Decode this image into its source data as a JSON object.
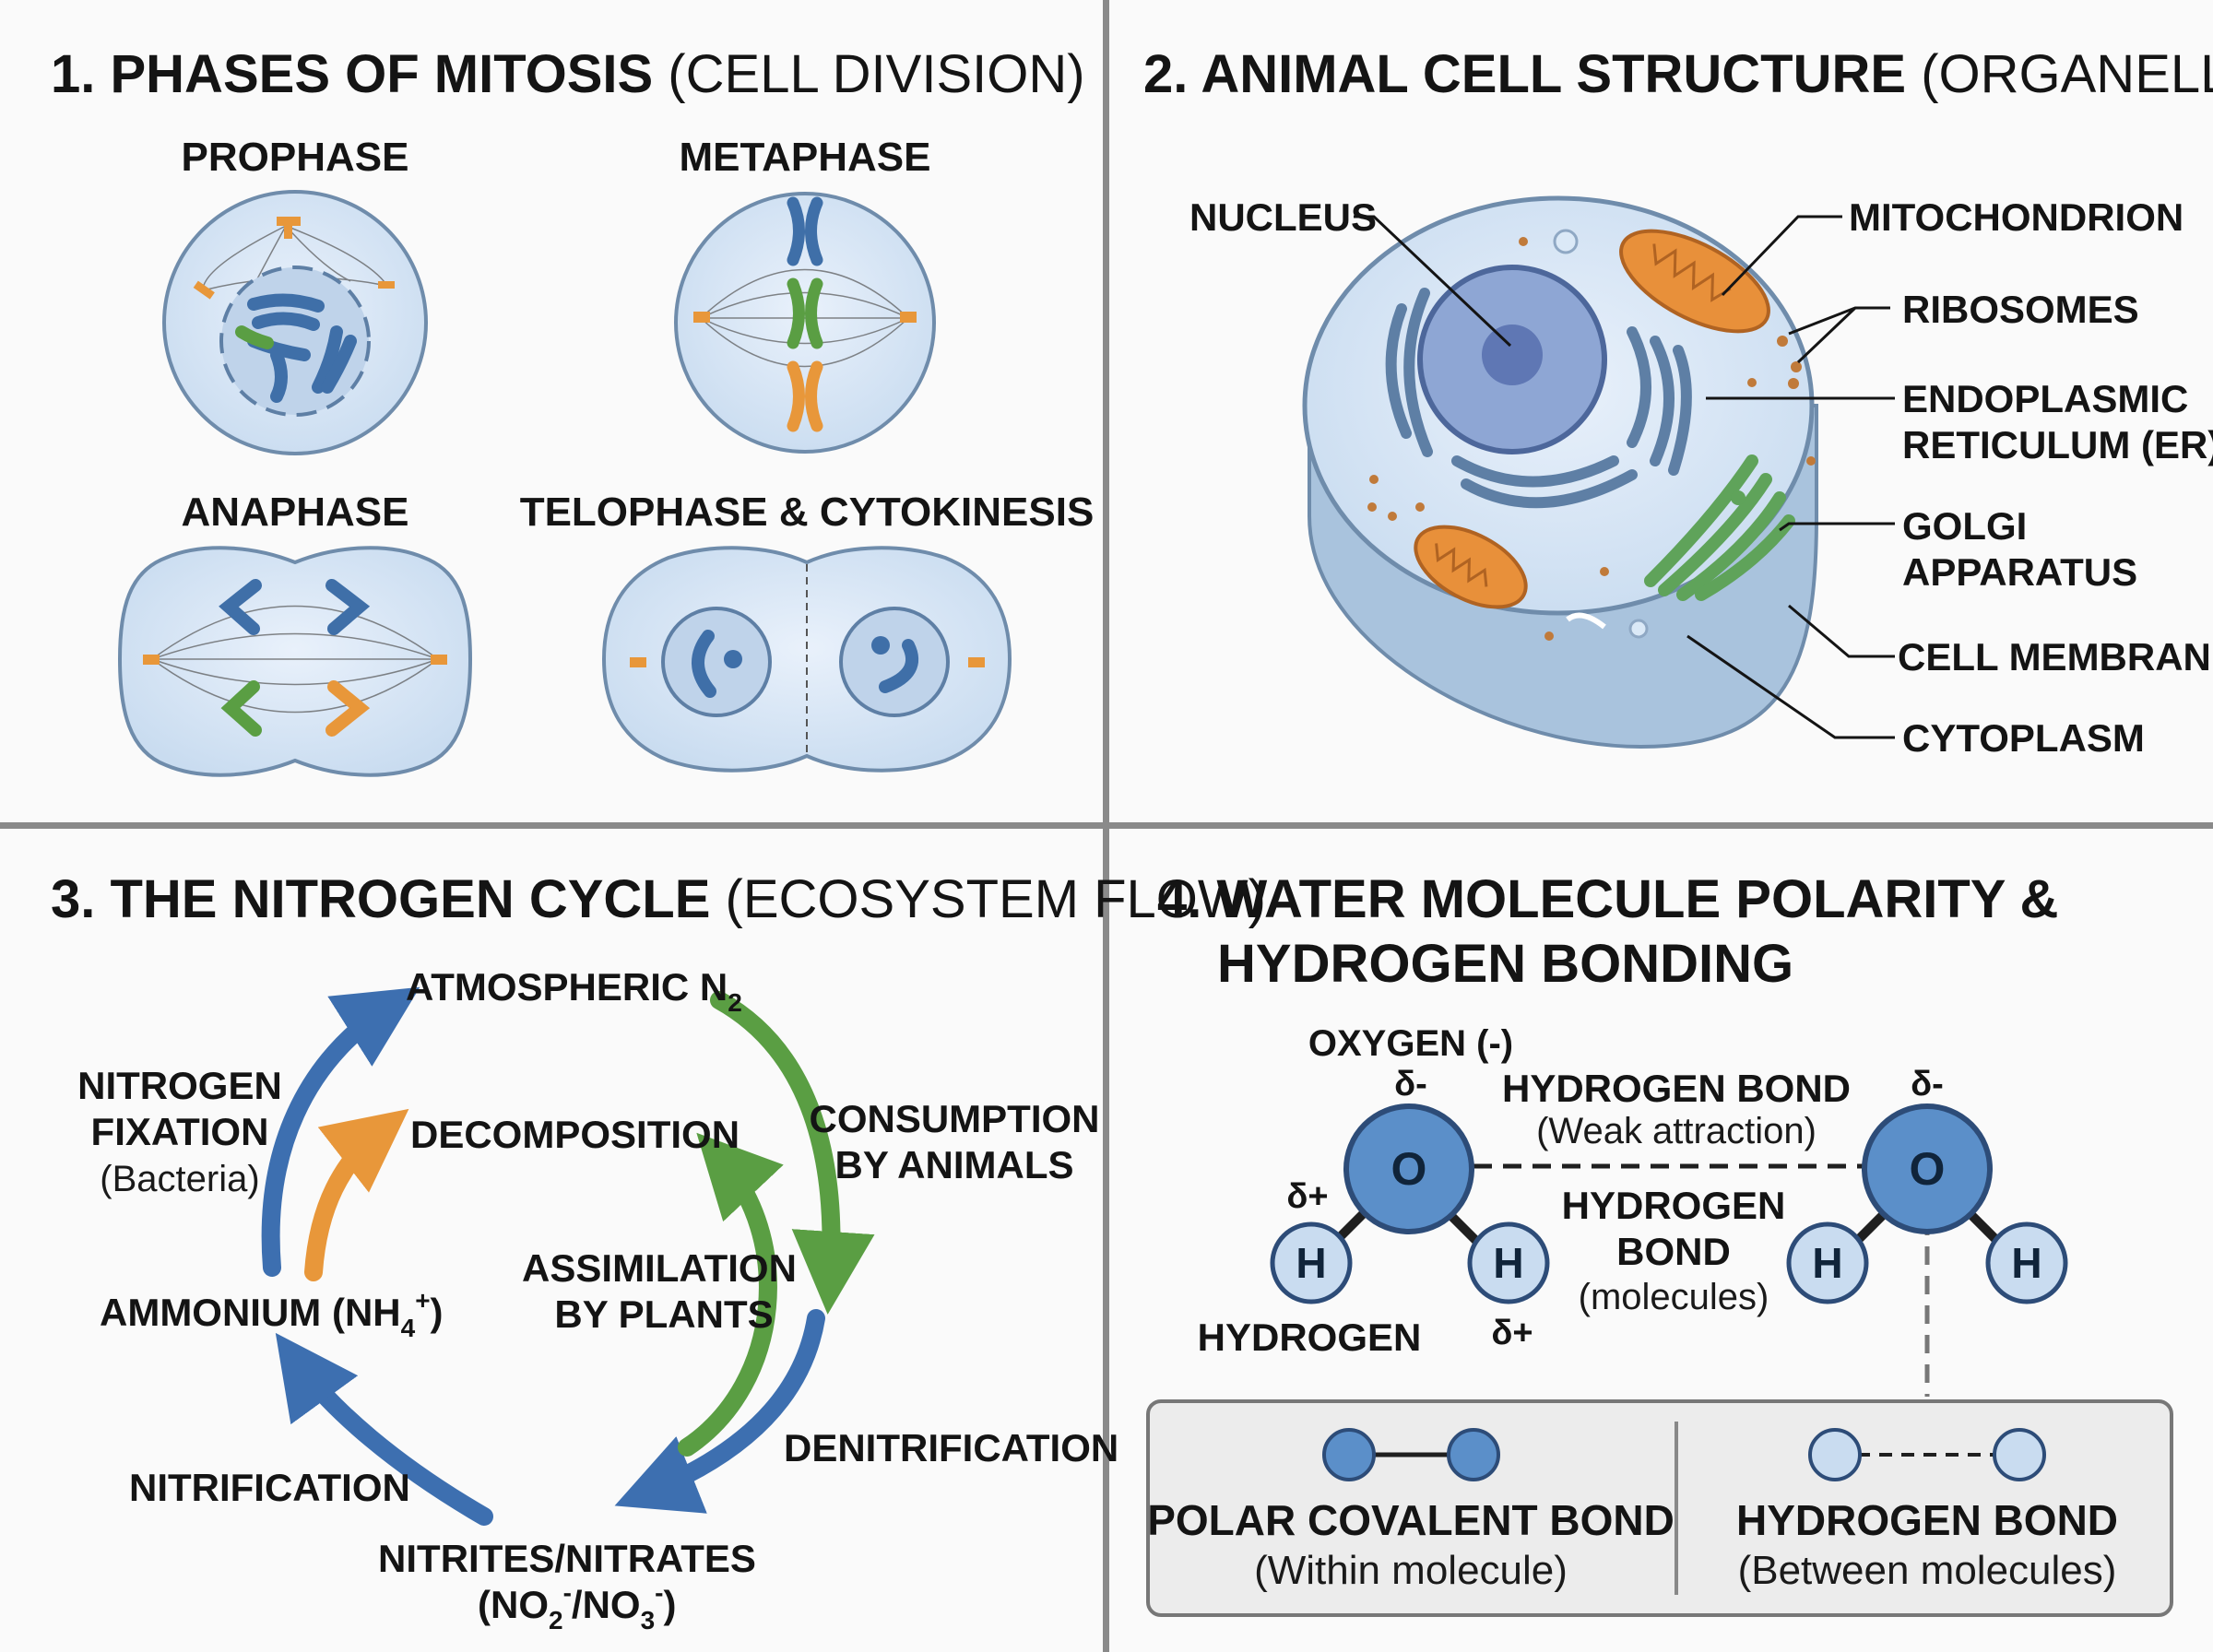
{
  "panel1": {
    "title_bold": "1. PHASES OF MITOSIS",
    "title_light": " (CELL DIVISION)",
    "labels": {
      "prophase": "PROPHASE",
      "metaphase": "METAPHASE",
      "anaphase": "ANAPHASE",
      "telophase": "TELOPHASE & CYTOKINESIS"
    }
  },
  "panel2": {
    "title_bold": "2. ANIMAL CELL STRUCTURE",
    "title_light": " (ORGANELLES)",
    "labels": {
      "nucleus": "NUCLEUS",
      "mitochondrion": "MITOCHONDRION",
      "ribosomes": "RIBOSOMES",
      "er_line1": "ENDOPLASMIC",
      "er_line2": "RETICULUM (ER)",
      "golgi_line1": "GOLGI",
      "golgi_line2": "APPARATUS",
      "membrane": "CELL MEMBRANE",
      "cytoplasm": "CYTOPLASM"
    }
  },
  "panel3": {
    "title_bold": "3. THE NITROGEN CYCLE",
    "title_light": " (ECOSYSTEM FLOW)",
    "labels": {
      "atmospheric": "ATMOSPHERIC N",
      "atmospheric_sub": "2",
      "fixation_line1": "NITROGEN",
      "fixation_line2": "FIXATION",
      "fixation_note": "(Bacteria)",
      "decomposition": "DECOMPOSITION",
      "consumption_line1": "CONSUMPTION",
      "consumption_line2": "BY ANIMALS",
      "assimilation_line1": "ASSIMILATION",
      "assimilation_line2": "BY PLANTS",
      "ammonium_main": "AMMONIUM (NH",
      "ammonium_sub": "4",
      "ammonium_sup": "+",
      "ammonium_close": ")",
      "denitrification": "DENITRIFICATION",
      "nitrification": "NITRIFICATION",
      "nitrites_line1": "NITRITES/NITRATES",
      "nitrites_open": "(NO",
      "nitrites_sub1": "2",
      "nitrites_sup1": "-",
      "nitrites_mid": "/NO",
      "nitrites_sub2": "3",
      "nitrites_sup2": "-",
      "nitrites_close": ")"
    }
  },
  "panel4": {
    "title_line1": "4. WATER MOLECULE POLARITY &",
    "title_line2": "HYDROGEN BONDING",
    "labels": {
      "oxygen": "OXYGEN (-)",
      "delta_minus_left": "δ-",
      "delta_minus_right": "δ-",
      "delta_plus_left": "δ+",
      "delta_plus_bottom": "δ+",
      "hydrogen": "HYDROGEN",
      "hbond_top": "HYDROGEN BOND",
      "hbond_top_note": "(Weak attraction)",
      "hbond_mid_line1": "HYDROGEN",
      "hbond_mid_line2": "BOND",
      "hbond_mid_note": "(molecules)",
      "atom_o": "O",
      "atom_h": "H"
    },
    "legend": {
      "polar_title": "POLAR COVALENT BOND",
      "polar_note": "(Within molecule)",
      "hbond_title": "HYDROGEN BOND",
      "hbond_note": "(Between molecules)"
    }
  }
}
